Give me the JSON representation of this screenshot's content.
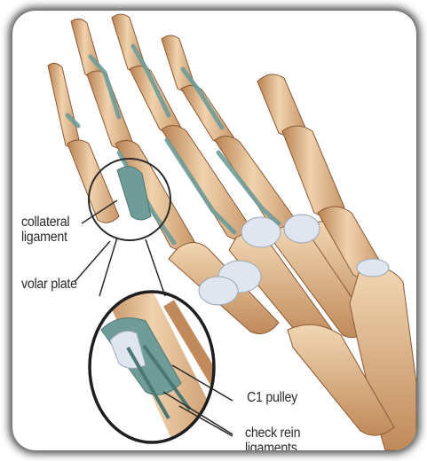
{
  "labels": {
    "collateral_ligament": "collateral ligament",
    "volar_plate": "volar plate",
    "c1_pulley": "C1 pulley",
    "check_rein_ligaments": "check rein ligaments"
  },
  "colors": {
    "bone": "#e4c096",
    "bone_shade": "#c08a5a",
    "ligament": "#6f9c99",
    "cartilage": "#dfe6ef",
    "outline": "#2a2a2a"
  }
}
